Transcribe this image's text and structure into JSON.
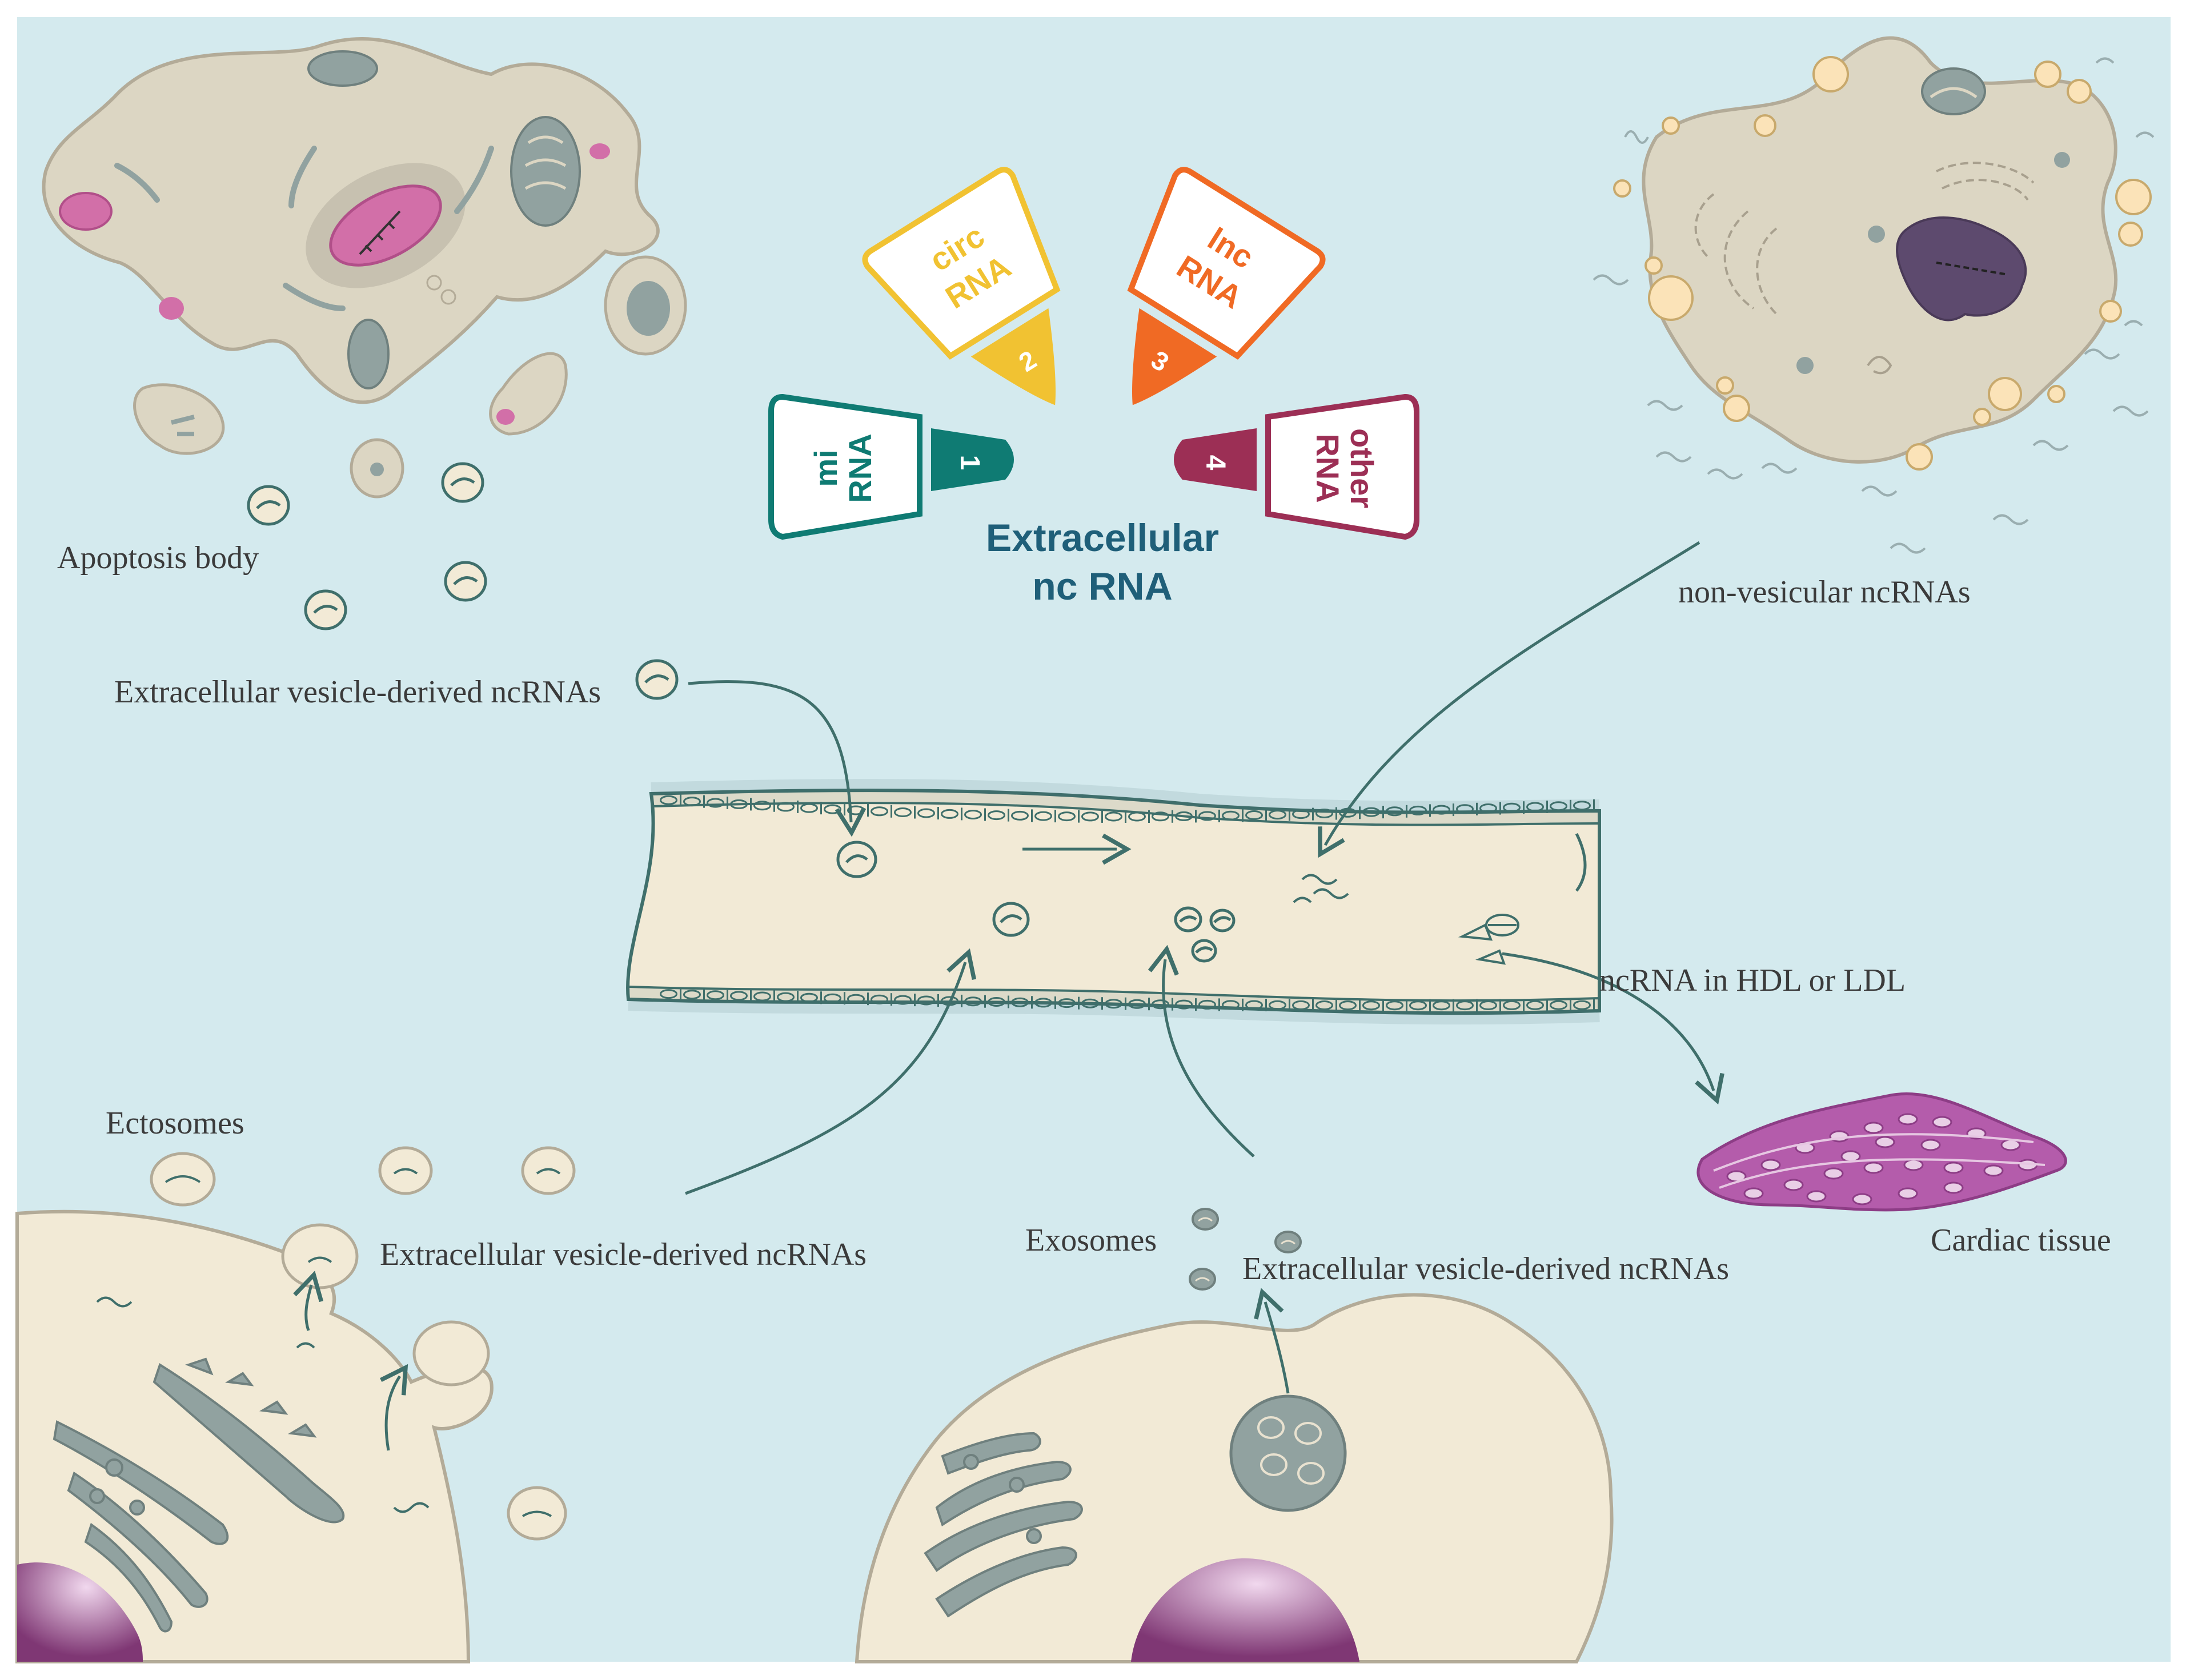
{
  "title": {
    "line1": "Extracellular",
    "line2": "nc RNA"
  },
  "rna_types": [
    {
      "number": "1",
      "line1": "mi",
      "line2": "RNA",
      "color": "#0f7b73"
    },
    {
      "number": "2",
      "line1": "circ",
      "line2": "RNA",
      "color": "#f1c232"
    },
    {
      "number": "3",
      "line1": "lnc",
      "line2": "RNA",
      "color": "#f06a24"
    },
    {
      "number": "4",
      "line1": "other",
      "line2": "RNA",
      "color": "#9c2f55"
    }
  ],
  "labels": {
    "apoptosis_body": "Apoptosis body",
    "ev_derived_top": "Extracellular vesicle-derived ncRNAs",
    "non_vesicular": "non-vesicular ncRNAs",
    "hdl_ldl": "ncRNA in HDL or LDL",
    "ectosomes": "Ectosomes",
    "ev_derived_left": "Extracellular vesicle-derived ncRNAs",
    "exosomes": "Exosomes",
    "ev_derived_right": "Extracellular vesicle-derived ncRNAs",
    "cardiac_tissue": "Cardiac tissue"
  },
  "colors": {
    "background": "#d4eaee",
    "cell": "#f2ead6",
    "cell_dark": "#dcd6c3",
    "organelle": "#91a2a0",
    "arrow": "#3f6f6b",
    "nucleus": "#8a3e7d",
    "cardiac": "#b45cab"
  }
}
